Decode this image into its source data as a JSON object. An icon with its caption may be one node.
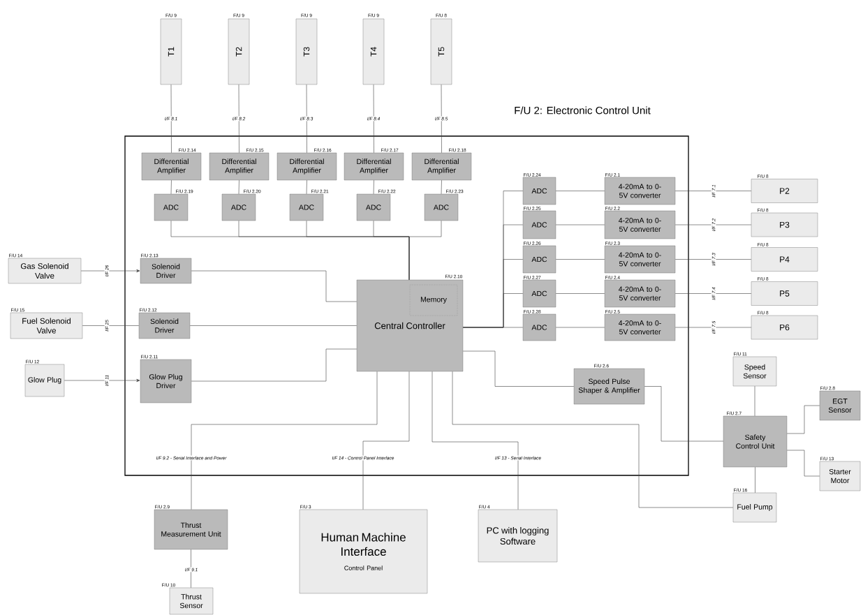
{
  "diagram": {
    "nodes": [
      {
        "text": [
          "F/U 2: Electronic Control Unit"
        ]
      },
      {
        "text": [
          "T1"
        ],
        "beside": [
          "F/U 9"
        ]
      },
      {
        "text": [
          "T2"
        ],
        "beside": [
          "F/U 9"
        ]
      },
      {
        "text": [
          "T3"
        ],
        "beside": [
          "F/U 9"
        ]
      },
      {
        "text": [
          "T4"
        ],
        "beside": [
          "F/U 9"
        ]
      },
      {
        "text": [
          "T5"
        ],
        "beside": [
          "F/U 8"
        ]
      },
      {
        "text": [
          "Differential Amplifier"
        ],
        "beside": [
          "F/U 2.14"
        ],
        "in": 0
      },
      {
        "text": [
          "Differential Amplifier"
        ],
        "beside": [
          "F/U 2.15"
        ],
        "in": 0
      },
      {
        "text": [
          "Differential Amplifier"
        ],
        "beside": [
          "F/U 2.16"
        ],
        "in": 0
      },
      {
        "text": [
          "Differential Amplifier"
        ],
        "beside": [
          "F/U 2.17"
        ],
        "in": 0
      },
      {
        "text": [
          "Differential Amplifier"
        ],
        "beside": [
          "F/U 2.18"
        ],
        "in": 0
      },
      {
        "text": [
          "ADC"
        ],
        "beside": [
          "F/U 2.19"
        ],
        "in": 0
      },
      {
        "text": [
          "ADC"
        ],
        "beside": [
          "F/U 2.20"
        ],
        "in": 0
      },
      {
        "text": [
          "ADC"
        ],
        "beside": [
          "F/U 2.21"
        ],
        "in": 0
      },
      {
        "text": [
          "ADC"
        ],
        "beside": [
          "F/U 2.22"
        ],
        "in": 0
      },
      {
        "text": [
          "ADC"
        ],
        "beside": [
          "F/U 2.23"
        ],
        "in": 0
      },
      {
        "text": [
          "Solenoid Driver"
        ],
        "beside": [
          "F/U 2.13"
        ],
        "in": 0
      },
      {
        "text": [
          "Solenoid Driver"
        ],
        "beside": [
          "F/U 2.12"
        ],
        "in": 0
      },
      {
        "text": [
          "Glow Plug Driver"
        ],
        "beside": [
          "F/U 2.11"
        ],
        "in": 0
      },
      {
        "text": [
          "Central Controller"
        ],
        "beside": [
          "F/U 2.10"
        ],
        "in": 0
      },
      {
        "text": [
          "Memory"
        ],
        "in": 19
      },
      {
        "text": [
          "ADC"
        ],
        "beside": [
          "F/U 2.24"
        ],
        "in": 0
      },
      {
        "text": [
          "ADC"
        ],
        "beside": [
          "F/U 2.25"
        ],
        "in": 0
      },
      {
        "text": [
          "ADC"
        ],
        "beside": [
          "F/U 2.26"
        ],
        "in": 0
      },
      {
        "text": [
          "ADC"
        ],
        "beside": [
          "F/U 2.27"
        ],
        "in": 0
      },
      {
        "text": [
          "ADC"
        ],
        "beside": [
          "F/U 2.28"
        ],
        "in": 0
      },
      {
        "text": [
          "4-20mA to 0-5V converter"
        ],
        "beside": [
          "F/U 2.1"
        ],
        "in": 0
      },
      {
        "text": [
          "4-20mA to 0-5V converter"
        ],
        "beside": [
          "F/U 2.2"
        ],
        "in": 0
      },
      {
        "text": [
          "4-20mA to 0-5V converter"
        ],
        "beside": [
          "F/U 2.3"
        ],
        "in": 0
      },
      {
        "text": [
          "4-20mA to 0-5V converter"
        ],
        "beside": [
          "F/U 2.4"
        ],
        "in": 0
      },
      {
        "text": [
          "4-20mA to 0-5V converter"
        ],
        "beside": [
          "F/U 2.5"
        ],
        "in": 0
      },
      {
        "text": [
          "P2"
        ],
        "beside": [
          "F/U 8"
        ]
      },
      {
        "text": [
          "P3"
        ],
        "beside": [
          "F/U 8"
        ]
      },
      {
        "text": [
          "P4"
        ],
        "beside": [
          "F/U 8"
        ]
      },
      {
        "text": [
          "P5"
        ],
        "beside": [
          "F/U 8"
        ]
      },
      {
        "text": [
          "P6"
        ],
        "beside": [
          "F/U 8"
        ]
      },
      {
        "text": [
          "Speed Pulse Shaper & Amplifier"
        ],
        "beside": [
          "F/U 2.6"
        ],
        "in": 0
      },
      {
        "text": [
          "Gas Solenoid Valve"
        ],
        "beside": [
          "F/U 14"
        ]
      },
      {
        "text": [
          "Fuel Solenoid Valve"
        ],
        "beside": [
          "F/U 15"
        ]
      },
      {
        "text": [
          "Glow Plug"
        ],
        "beside": [
          "F/U 12"
        ]
      },
      {
        "text": [
          "Speed Sensor"
        ],
        "beside": [
          "F/U 11"
        ]
      },
      {
        "text": [
          "EGT Sensor"
        ],
        "beside": [
          "F/U 2.8"
        ]
      },
      {
        "text": [
          "Safety Control Unit"
        ],
        "beside": [
          "F/U 2.7"
        ]
      },
      {
        "text": [
          "Starter Motor"
        ],
        "beside": [
          "F/U 13"
        ]
      },
      {
        "text": [
          "Fuel Pump"
        ],
        "beside": [
          "F/U 16"
        ]
      },
      {
        "text": [
          "Thrust Measurement Unit"
        ],
        "beside": [
          "F/U 2.9"
        ]
      },
      {
        "text": [
          "Thrust Sensor"
        ],
        "beside": [
          "F/U 10"
        ]
      },
      {
        "text": [
          "Human Machine Interface",
          "Control Panel"
        ],
        "beside": [
          "F/U 3"
        ]
      },
      {
        "text": [
          "PC with logging Software"
        ],
        "beside": [
          "F/U 4"
        ]
      }
    ],
    "edges": [
      {
        "from": 1,
        "to": 6,
        "arrow": "none",
        "label": "I/F 8.1"
      },
      {
        "from": 2,
        "to": 7,
        "arrow": "none",
        "label": "I/F 8.2"
      },
      {
        "from": 3,
        "to": 8,
        "arrow": "none",
        "label": "I/F 8.3"
      },
      {
        "from": 4,
        "to": 9,
        "arrow": "none",
        "label": "I/F 8.4"
      },
      {
        "from": 5,
        "to": 10,
        "arrow": "none",
        "label": "I/F 8.5"
      },
      {
        "from": 6,
        "to": 11,
        "arrow": "none"
      },
      {
        "from": 7,
        "to": 12,
        "arrow": "none"
      },
      {
        "from": 8,
        "to": 13,
        "arrow": "none"
      },
      {
        "from": 9,
        "to": 14,
        "arrow": "none"
      },
      {
        "from": 10,
        "to": 15,
        "arrow": "none"
      },
      {
        "from": 11,
        "to": 19,
        "arrow": "none"
      },
      {
        "from": 12,
        "to": 19,
        "arrow": "none"
      },
      {
        "from": 13,
        "to": 19,
        "arrow": "none"
      },
      {
        "from": 14,
        "to": 19,
        "arrow": "none"
      },
      {
        "from": 15,
        "to": 19,
        "arrow": "none"
      },
      {
        "from": 19,
        "to": 21,
        "arrow": "none"
      },
      {
        "from": 19,
        "to": 22,
        "arrow": "none"
      },
      {
        "from": 19,
        "to": 23,
        "arrow": "none"
      },
      {
        "from": 19,
        "to": 24,
        "arrow": "none"
      },
      {
        "from": 19,
        "to": 25,
        "arrow": "none"
      },
      {
        "from": 21,
        "to": 26,
        "arrow": "none"
      },
      {
        "from": 22,
        "to": 27,
        "arrow": "none"
      },
      {
        "from": 23,
        "to": 28,
        "arrow": "none"
      },
      {
        "from": 24,
        "to": 29,
        "arrow": "none"
      },
      {
        "from": 25,
        "to": 30,
        "arrow": "none"
      },
      {
        "from": 26,
        "to": 31,
        "arrow": "none",
        "label": "I/F 7.1"
      },
      {
        "from": 27,
        "to": 32,
        "arrow": "none",
        "label": "I/F 7.2"
      },
      {
        "from": 28,
        "to": 33,
        "arrow": "none",
        "label": "I/F 7.3"
      },
      {
        "from": 29,
        "to": 34,
        "arrow": "none",
        "label": "I/F 7.4"
      },
      {
        "from": 30,
        "to": 35,
        "arrow": "none",
        "label": "I/F 7.5"
      },
      {
        "from": 37,
        "to": 16,
        "arrow": "to",
        "label": "I/F 26"
      },
      {
        "from": 38,
        "to": 17,
        "arrow": "none",
        "label": "I/F 25"
      },
      {
        "from": 39,
        "to": 18,
        "arrow": "to",
        "label": "I/F 11"
      },
      {
        "from": 16,
        "to": 19,
        "arrow": "none"
      },
      {
        "from": 17,
        "to": 19,
        "arrow": "none"
      },
      {
        "from": 18,
        "to": 19,
        "arrow": "none"
      },
      {
        "from": 19,
        "to": 36,
        "arrow": "none"
      },
      {
        "from": 36,
        "to": 42,
        "arrow": "none"
      },
      {
        "from": 19,
        "to": 44,
        "arrow": "none"
      },
      {
        "from": 19,
        "to": 48,
        "arrow": "none",
        "label": "I/F 13 - Serial Interface"
      },
      {
        "from": 19,
        "to": 47,
        "arrow": "none",
        "label": "I/F 14 - Control Panel Interface"
      },
      {
        "from": 19,
        "to": 45,
        "arrow": "none",
        "label": "I/F 9.2 - Serial Interface and Power"
      },
      {
        "from": 45,
        "to": 46,
        "arrow": "none",
        "label": "I/F 9.1"
      },
      {
        "from": 40,
        "to": 42,
        "arrow": "none"
      },
      {
        "from": 42,
        "to": 41,
        "arrow": "none"
      },
      {
        "from": 42,
        "to": 43,
        "arrow": "none"
      },
      {
        "from": 42,
        "to": 44,
        "arrow": "none"
      }
    ]
  }
}
